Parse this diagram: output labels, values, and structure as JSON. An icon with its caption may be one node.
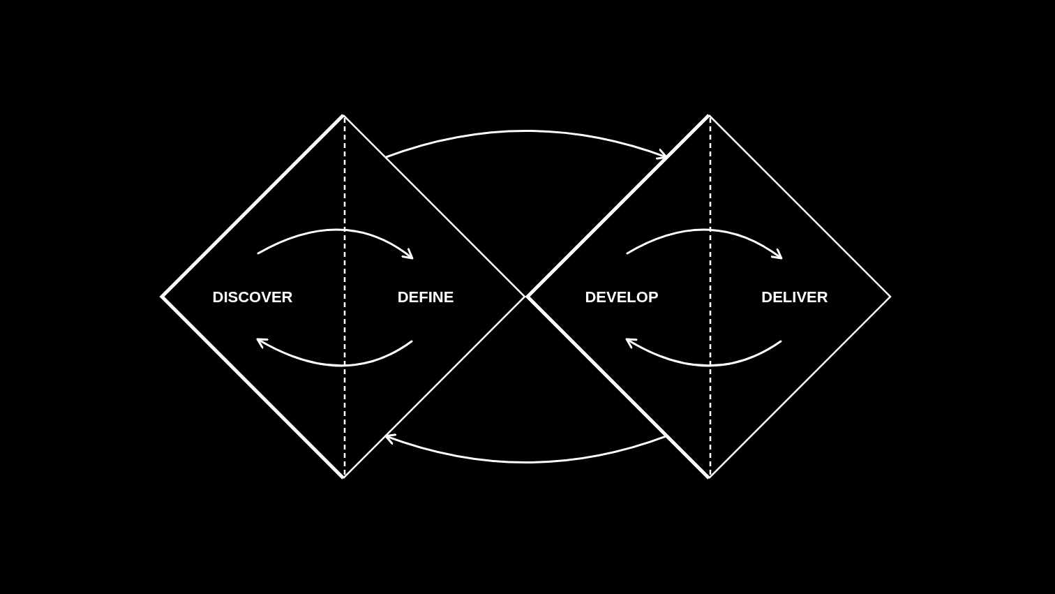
{
  "diagram": {
    "nodes": [
      {
        "text": [],
        "shape": "diamond"
      },
      {
        "text": [
          "DISCOVER"
        ],
        "in": 0
      },
      {
        "text": [
          "DEFINE"
        ],
        "in": 0
      },
      {
        "text": [],
        "shape": "diamond"
      },
      {
        "text": [
          "DEVELOP"
        ],
        "in": 3
      },
      {
        "text": [
          "DELIVER"
        ],
        "in": 3
      }
    ],
    "edges": [
      {
        "from": 1,
        "to": 2,
        "arrow": "to"
      },
      {
        "from": 2,
        "to": 1,
        "arrow": "to"
      },
      {
        "from": 4,
        "to": 5,
        "arrow": "to"
      },
      {
        "from": 5,
        "to": 4,
        "arrow": "to"
      },
      {
        "from": 0,
        "to": 3,
        "arrow": "to"
      },
      {
        "from": 3,
        "to": 0,
        "arrow": "to"
      }
    ]
  }
}
